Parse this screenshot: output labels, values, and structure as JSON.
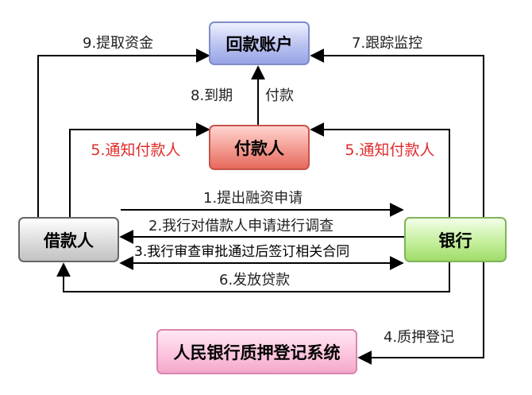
{
  "nodes": {
    "huikuan": "回款账户",
    "fukuan": "付款人",
    "jiekuan": "借款人",
    "yinhang": "银行",
    "renmin": "人民银行质押登记系统"
  },
  "edges": {
    "e1": "1.提出融资申请",
    "e2": "2.我行对借款人申请进行调查",
    "e3": "3.我行审查审批通过后签订相关合同",
    "e4": "4.质押登记",
    "e5_left": "5.通知付款人",
    "e5_right": "5.通知付款人",
    "e6": "6.发放贷款",
    "e7": "7.跟踪监控",
    "e8a": "8.到期",
    "e8b": "付款",
    "e9": "9.提取资金"
  }
}
